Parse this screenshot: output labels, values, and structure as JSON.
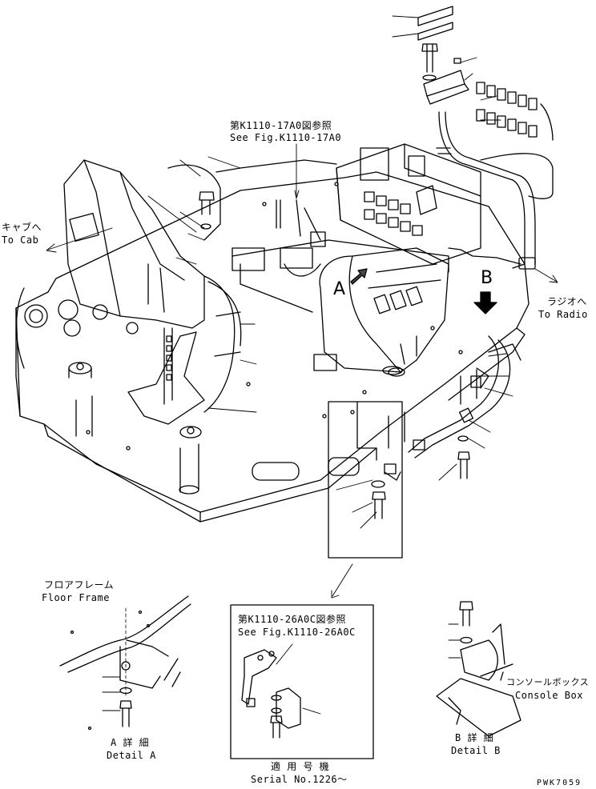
{
  "labels": {
    "ref_top_jp": "第K1110-17A0図参照",
    "ref_top_en": "See Fig.K1110-17A0",
    "to_cab_jp": "キャブへ",
    "to_cab_en": "To Cab",
    "to_radio_jp": "ラジオへ",
    "to_radio_en": "To Radio",
    "mark_a": "A",
    "mark_b": "B",
    "floor_frame_jp": "フロアフレーム",
    "floor_frame_en": "Floor Frame",
    "detail_a_jp": "A 詳 細",
    "detail_a_en": "Detail A",
    "ref_inset_jp": "第K1110-26A0C図参照",
    "ref_inset_en": "See Fig.K1110-26A0C",
    "serial_jp": "適 用 号 機",
    "serial_en": "Serial No.1226～",
    "console_box_jp": "コンソールボックス",
    "console_box_en": "Console Box",
    "detail_b_jp": "B 詳 細",
    "detail_b_en": "Detail B",
    "drawing_code": "PWK7059"
  }
}
